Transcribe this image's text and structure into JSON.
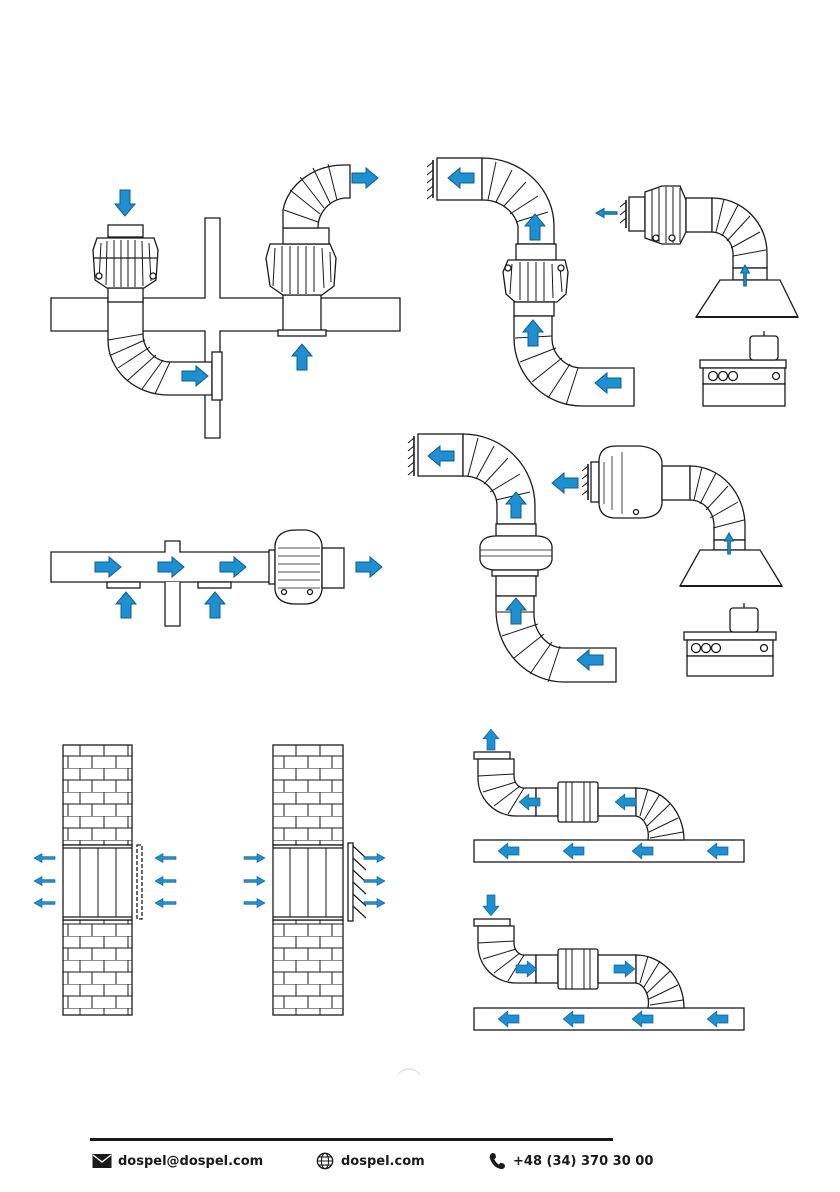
{
  "colors": {
    "arrow_fill": "#1e8fd0",
    "arrow_stroke": "#0b5f91",
    "line": "#1a1a1a",
    "background": "#ffffff"
  },
  "footer": {
    "email": "dospel@dospel.com",
    "website": "dospel.com",
    "phone": "+48 (34) 370 30 00",
    "icons": [
      "envelope-icon",
      "globe-icon",
      "phone-icon"
    ]
  }
}
